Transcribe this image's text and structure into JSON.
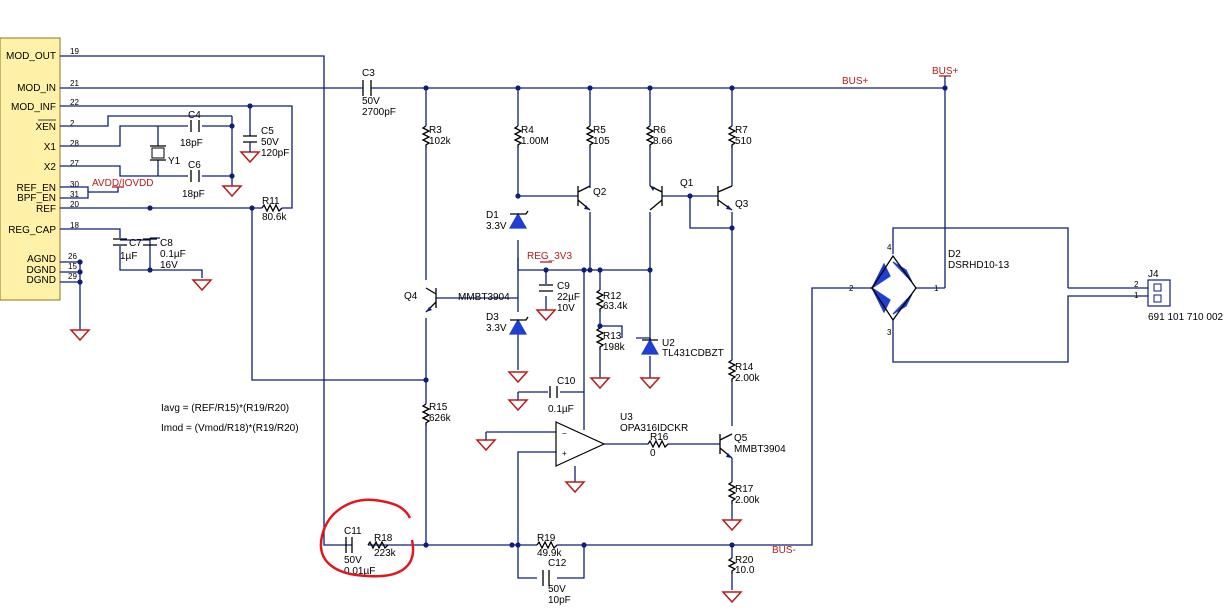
{
  "ic": {
    "pins": [
      {
        "label": "MOD_OUT",
        "num": "19"
      },
      {
        "label": "MOD_IN",
        "num": "21"
      },
      {
        "label": "MOD_INF",
        "num": "22"
      },
      {
        "label": "XEN",
        "num": "2"
      },
      {
        "label": "X1",
        "num": "28"
      },
      {
        "label": "X2",
        "num": "27"
      },
      {
        "label": "REF_EN",
        "num": "30"
      },
      {
        "label": "BPF_EN",
        "num": "31"
      },
      {
        "label": "REF",
        "num": "20"
      },
      {
        "label": "REG_CAP",
        "num": "18"
      },
      {
        "label": "AGND",
        "num": "26"
      },
      {
        "label": "DGND",
        "num": "15"
      },
      {
        "label": "DGND",
        "num": "29"
      }
    ]
  },
  "nets": {
    "bus_plus_1": "BUS+",
    "bus_plus_2": "BUS+",
    "bus_minus": "BUS-",
    "avdd": "AVDD/IOVDD",
    "reg3v3": "REG_3V3"
  },
  "parts": {
    "c3": {
      "ref": "C3",
      "v1": "50V",
      "v2": "2700pF"
    },
    "c4": {
      "ref": "C4",
      "v1": "18pF"
    },
    "c5": {
      "ref": "C5",
      "v1": "50V",
      "v2": "120pF"
    },
    "c6": {
      "ref": "C6",
      "v1": "18pF"
    },
    "y1": {
      "ref": "Y1"
    },
    "r11": {
      "ref": "R11",
      "v1": "80.6k"
    },
    "c7": {
      "ref": "C7",
      "v1": "1µF"
    },
    "c8": {
      "ref": "C8",
      "v1": "0.1µF",
      "v2": "16V"
    },
    "r3": {
      "ref": "R3",
      "v1": "102k"
    },
    "r4": {
      "ref": "R4",
      "v1": "1.00M"
    },
    "r5": {
      "ref": "R5",
      "v1": "105"
    },
    "r6": {
      "ref": "R6",
      "v1": "8.66"
    },
    "r7": {
      "ref": "R7",
      "v1": "510"
    },
    "q1": {
      "ref": "Q1"
    },
    "q2": {
      "ref": "Q2"
    },
    "q3": {
      "ref": "Q3"
    },
    "q4": {
      "ref": "Q4",
      "v1": "MMBT3904"
    },
    "d1": {
      "ref": "D1",
      "v1": "3.3V"
    },
    "d3": {
      "ref": "D3",
      "v1": "3.3V"
    },
    "c9": {
      "ref": "C9",
      "v1": "22µF",
      "v2": "10V"
    },
    "r12": {
      "ref": "R12",
      "v1": "63.4k"
    },
    "r13": {
      "ref": "R13",
      "v1": "198k"
    },
    "u2": {
      "ref": "U2",
      "v1": "TL431CDBZT"
    },
    "c10": {
      "ref": "C10",
      "v1": "0.1µF"
    },
    "r15": {
      "ref": "R15",
      "v1": "626k"
    },
    "u3": {
      "ref": "U3",
      "v1": "OPA316IDCKR"
    },
    "r16": {
      "ref": "R16",
      "v1": "0"
    },
    "q5": {
      "ref": "Q5",
      "v1": "MMBT3904"
    },
    "r14": {
      "ref": "R14",
      "v1": "2.00k"
    },
    "r17": {
      "ref": "R17",
      "v1": "2.00k"
    },
    "c11": {
      "ref": "C11",
      "v1": "50V",
      "v2": "0.01µF"
    },
    "r18": {
      "ref": "R18",
      "v1": "223k"
    },
    "r19": {
      "ref": "R19",
      "v1": "49.9k"
    },
    "c12": {
      "ref": "C12",
      "v1": "50V",
      "v2": "10pF"
    },
    "r20": {
      "ref": "R20",
      "v1": "10.0"
    },
    "d2": {
      "ref": "D2",
      "v1": "DSRHD10-13"
    },
    "j4": {
      "ref": "J4",
      "v1": "691 101 710 002",
      "p1": "2",
      "p2": "1"
    }
  },
  "equations": {
    "iavg": "Iavg = (REF/R15)*(R19/R20)",
    "imod": "Imod = (Vmod/R18)*(R19/R20)"
  },
  "colors": {
    "wire": "#0d1f7a",
    "ground": "#b71c1c",
    "ic_fill": "#fff2a8",
    "diode": "#1f3fd0",
    "highlight": "#e0171f"
  }
}
